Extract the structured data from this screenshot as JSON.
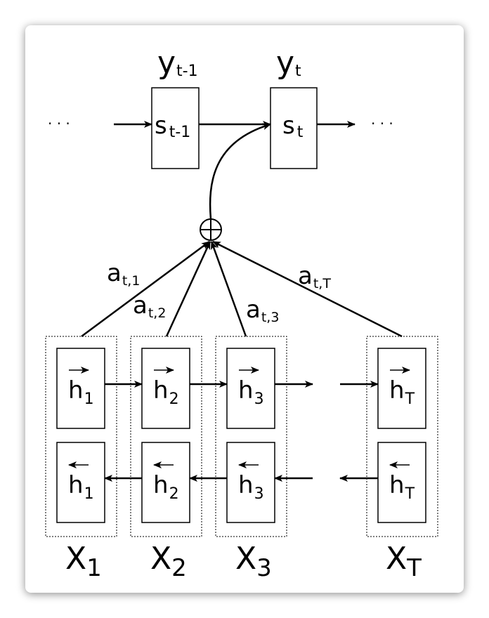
{
  "decoder": {
    "output_prev": {
      "base": "y",
      "sub": "t-1"
    },
    "output_curr": {
      "base": "y",
      "sub": "t"
    },
    "state_prev": {
      "base": "s",
      "sub": "t-1"
    },
    "state_curr": {
      "base": "s",
      "sub": "t"
    },
    "ellipsis_left": "· · ·",
    "ellipsis_right": "· · ·"
  },
  "combiner": {
    "symbol": "⊕"
  },
  "weights": [
    {
      "base": "a",
      "sub": "t,1"
    },
    {
      "base": "a",
      "sub": "t,2"
    },
    {
      "base": "a",
      "sub": "t,3"
    },
    {
      "base": "a",
      "sub": "t,T"
    }
  ],
  "encoder": [
    {
      "h_fwd": {
        "base": "h",
        "sub": "1"
      },
      "h_bwd": {
        "base": "h",
        "sub": "1"
      },
      "x": {
        "base": "X",
        "sub": "1"
      }
    },
    {
      "h_fwd": {
        "base": "h",
        "sub": "2"
      },
      "h_bwd": {
        "base": "h",
        "sub": "2"
      },
      "x": {
        "base": "X",
        "sub": "2"
      }
    },
    {
      "h_fwd": {
        "base": "h",
        "sub": "3"
      },
      "h_bwd": {
        "base": "h",
        "sub": "3"
      },
      "x": {
        "base": "X",
        "sub": "3"
      }
    },
    {
      "h_fwd": {
        "base": "h",
        "sub": "T"
      },
      "h_bwd": {
        "base": "h",
        "sub": "T"
      },
      "x": {
        "base": "X",
        "sub": "T"
      }
    }
  ]
}
